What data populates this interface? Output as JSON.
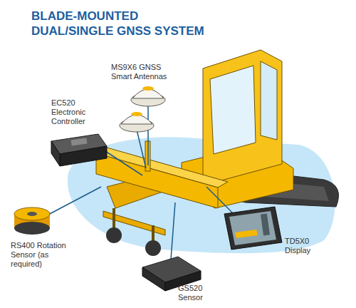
{
  "diagram": {
    "title": "BLADE-MOUNTED DUAL/SINGLE GNSS SYSTEM",
    "labels": [
      "MS9X6 GNSS Smart Antennas",
      "EC520 Electronic Controller",
      "RS400 Rotation Sensor (as required)",
      "GS520 Sensor",
      "TD5X0 Display"
    ]
  }
}
